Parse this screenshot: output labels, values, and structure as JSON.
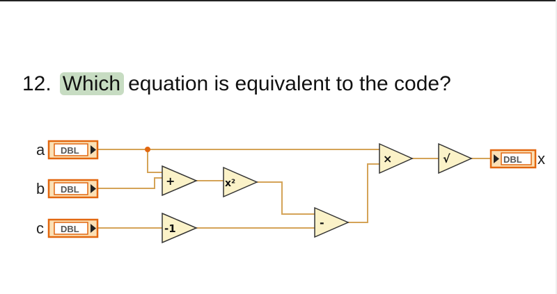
{
  "question": {
    "number": "12.",
    "highlight": "Which",
    "rest": "equation is equivalent to the code?"
  },
  "diagram": {
    "inputs": [
      {
        "label": "a",
        "tag": "DBL"
      },
      {
        "label": "b",
        "tag": "DBL"
      },
      {
        "label": "c",
        "tag": "DBL"
      }
    ],
    "output": {
      "label": "x",
      "tag": "DBL"
    },
    "operators": {
      "add": "+",
      "square": "x²",
      "negate": "-1",
      "subtract": "-",
      "multiply": "×",
      "sqrt": "√"
    },
    "colors": {
      "wire": "#d4a357",
      "terminal_border": "#e2670f",
      "terminal_fill": "#fbe0b5",
      "node_fill": "#fbf2c8",
      "node_border": "#333333"
    }
  }
}
